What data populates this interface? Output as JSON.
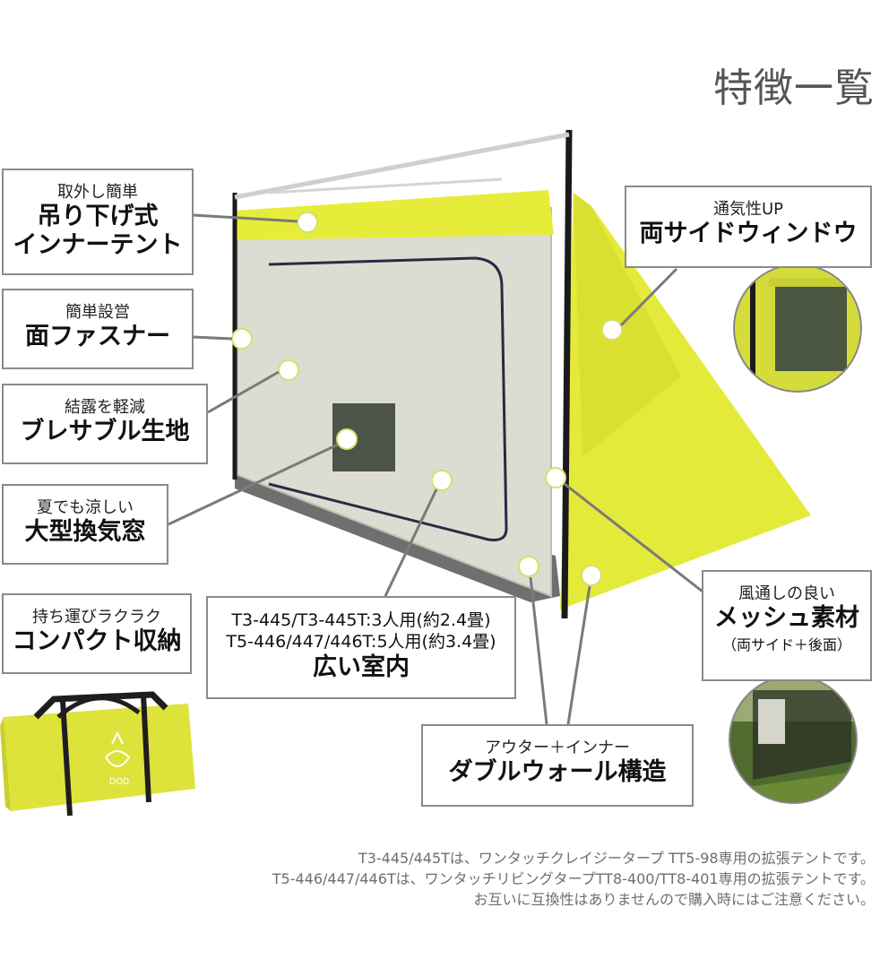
{
  "title": "特徴一覧",
  "labels": {
    "inner_tent": {
      "sub": "取外し簡単",
      "main_l1": "吊り下げ式",
      "main_l2": "インナーテント"
    },
    "zipper": {
      "sub": "簡単設営",
      "main": "面ファスナー"
    },
    "breathable": {
      "sub": "結露を軽減",
      "main": "ブレサブル生地"
    },
    "window": {
      "sub": "夏でも涼しい",
      "main": "大型換気窓"
    },
    "compact": {
      "sub": "持ち運びラクラク",
      "main": "コンパクト収納"
    },
    "room": {
      "spec_l1": "T3-445/T3-445T:3人用(約2.4畳)",
      "spec_l2": "T5-446/447/446T:5人用(約3.4畳)",
      "main": "広い室内"
    },
    "double_wall": {
      "sub": "アウター＋インナー",
      "main": "ダブルウォール構造"
    },
    "side_window": {
      "sub": "通気性UP",
      "main": "両サイドウィンドウ"
    },
    "mesh": {
      "sub": "風通しの良い",
      "main": "メッシュ素材",
      "note": "（両サイド＋後面）"
    }
  },
  "bag_logo": "DOD",
  "footer": {
    "line1": "T3-445/445Tは、ワンタッチクレイジータープ TT5-98専用の拡張テントです。",
    "line2": "T5-446/447/446Tは、ワンタッチリビングタープTT8-400/TT8-401専用の拡張テントです。",
    "line3": "お互いに互換性はありませんので購入時にはご注意ください。"
  },
  "colors": {
    "tent_yellow": "#e6ec3a",
    "inner_gray": "#d9d9cf",
    "frame": "#1a1a1a",
    "border": "#8a8a8a",
    "accent_circle": "#c9d1a2"
  }
}
